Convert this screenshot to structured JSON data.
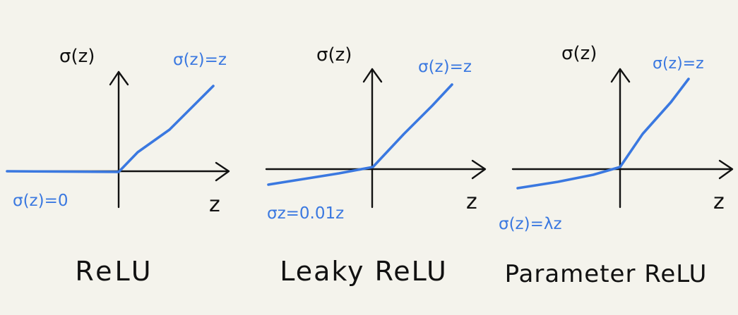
{
  "background_color": "#f4f3ec",
  "axis_color": "#111111",
  "function_color": "#3a78e0",
  "panels": [
    {
      "title": "ReLU",
      "y_axis_label": "σ(z)",
      "x_axis_label": "z",
      "positive_annotation": "σ(z)=z",
      "negative_annotation": "σ(z)=0"
    },
    {
      "title": "Leaky  ReLU",
      "y_axis_label": "σ(z)",
      "x_axis_label": "z",
      "positive_annotation": "σ(z)=z",
      "negative_annotation": "σz=0.01z"
    },
    {
      "title": "Parameter ReLU",
      "y_axis_label": "σ(z)",
      "x_axis_label": "z",
      "positive_annotation": "σ(z)=z",
      "negative_annotation": "σ(z)=λz"
    }
  ]
}
